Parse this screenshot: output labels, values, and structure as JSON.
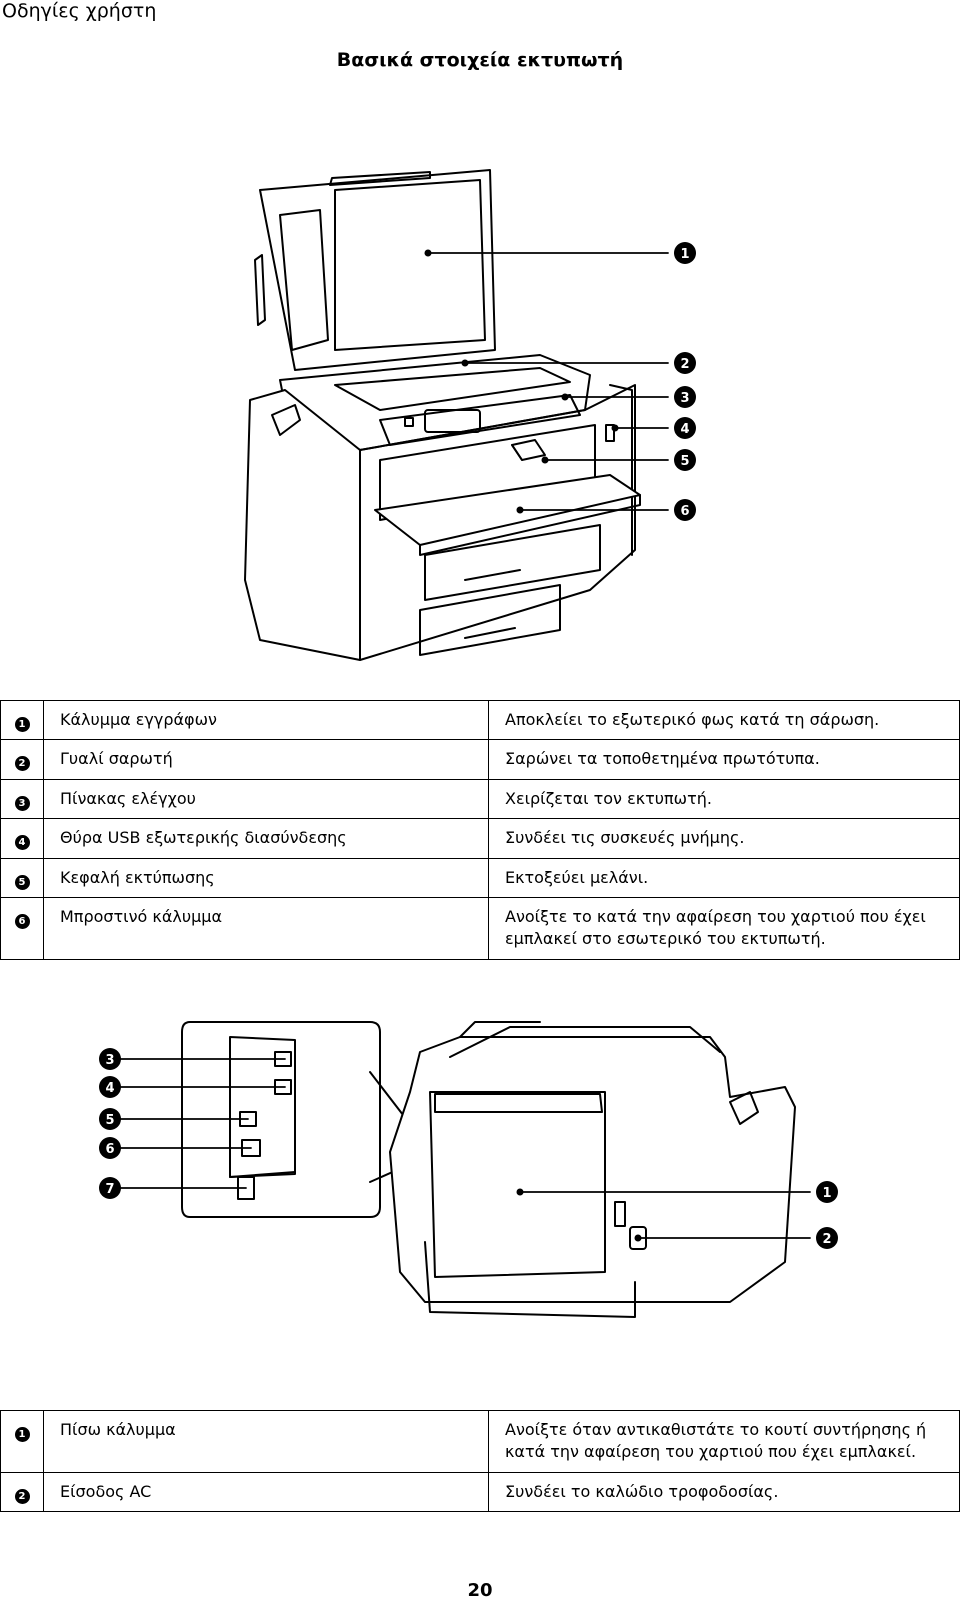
{
  "header": {
    "running_title": "Οδηγίες χρήστη"
  },
  "section": {
    "title": "Βασικά στοιχεία εκτυπωτή"
  },
  "front_figure": {
    "callouts": [
      "1",
      "2",
      "3",
      "4",
      "5",
      "6"
    ]
  },
  "front_parts": [
    {
      "num": "1",
      "name": "Κάλυμμα εγγράφων",
      "desc": "Αποκλείει το εξωτερικό φως κατά τη σάρωση."
    },
    {
      "num": "2",
      "name": "Γυαλί σαρωτή",
      "desc": "Σαρώνει τα τοποθετημένα πρωτότυπα."
    },
    {
      "num": "3",
      "name": "Πίνακας ελέγχου",
      "desc": "Χειρίζεται τον εκτυπωτή."
    },
    {
      "num": "4",
      "name": "Θύρα USB εξωτερικής διασύνδεσης",
      "desc": "Συνδέει τις συσκευές μνήμης."
    },
    {
      "num": "5",
      "name": "Κεφαλή εκτύπωσης",
      "desc": "Εκτοξεύει μελάνι."
    },
    {
      "num": "6",
      "name": "Μπροστινό κάλυμμα",
      "desc": "Ανοίξτε το κατά την αφαίρεση του χαρτιού που έχει εμπλακεί στο εσωτερικό του εκτυπωτή."
    }
  ],
  "rear_figure": {
    "callouts": [
      "3",
      "4",
      "5",
      "6",
      "7",
      "1",
      "2"
    ]
  },
  "rear_parts": [
    {
      "num": "1",
      "name": "Πίσω κάλυμμα",
      "desc": "Ανοίξτε όταν αντικαθιστάτε το κουτί συντήρησης ή κατά την αφαίρεση του χαρτιού που έχει εμπλακεί."
    },
    {
      "num": "2",
      "name": "Είσοδος AC",
      "desc": "Συνδέει το καλώδιο τροφοδοσίας."
    }
  ],
  "footer": {
    "page_number": "20"
  }
}
